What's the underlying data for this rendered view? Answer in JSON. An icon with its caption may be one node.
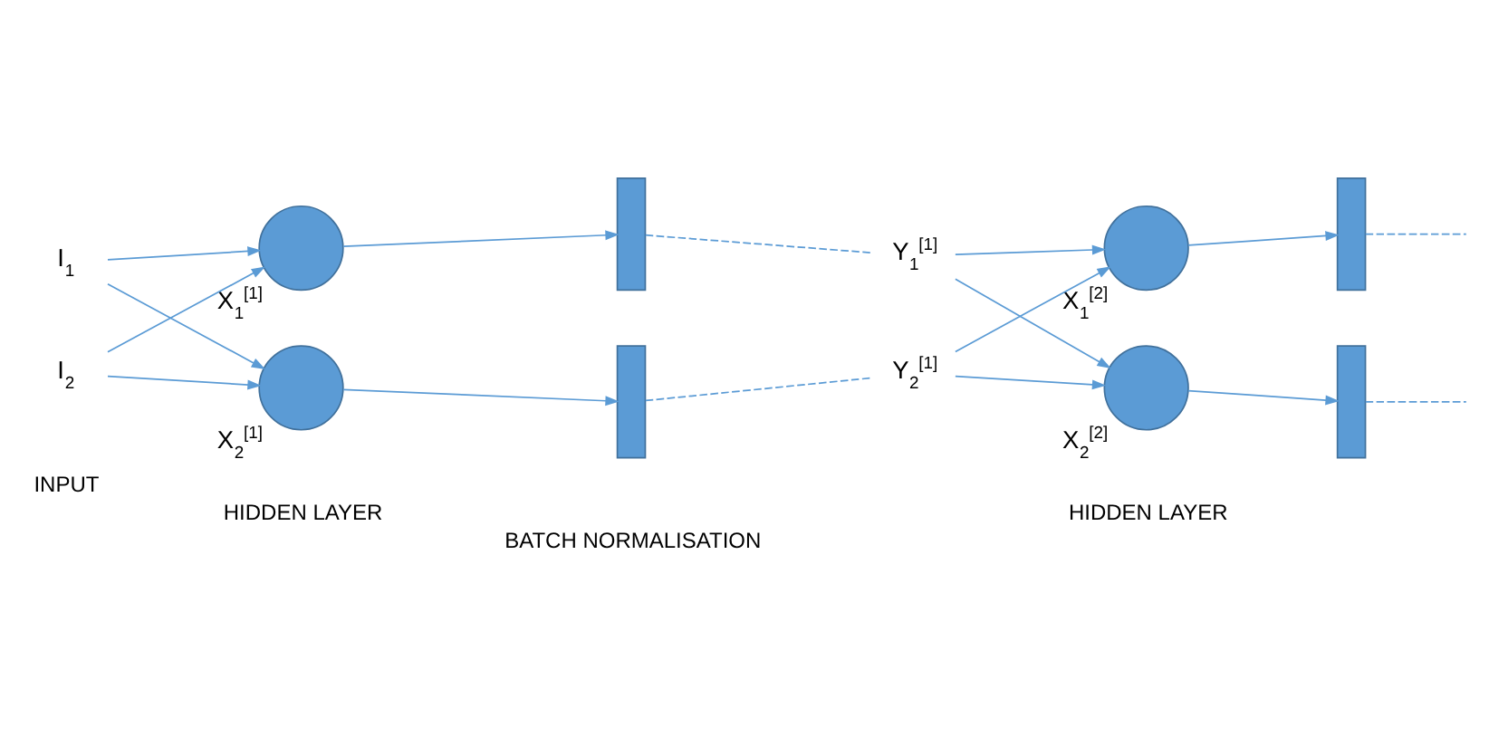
{
  "diagram": {
    "nodes": [
      {
        "text": [
          "I$_{1}$"
        ]
      },
      {
        "text": [
          "I$_{2}$"
        ]
      },
      {
        "text": [],
        "shape": "circle",
        "beside": [
          "X$_{1}$$^{[1]}$"
        ]
      },
      {
        "text": [],
        "shape": "circle",
        "beside": [
          "X$_{2}$$^{[1]}$"
        ]
      },
      {
        "text": [],
        "shape": "bar"
      },
      {
        "text": [],
        "shape": "bar"
      },
      {
        "text": [
          "Y$_{1}$$^{[1]}$"
        ]
      },
      {
        "text": [
          "Y$_{2}$$^{[1]}$"
        ]
      },
      {
        "text": [],
        "shape": "circle",
        "beside": [
          "X$_{1}$$^{[2]}$"
        ]
      },
      {
        "text": [],
        "shape": "circle",
        "beside": [
          "X$_{2}$$^{[2]}$"
        ]
      },
      {
        "text": [],
        "shape": "bar"
      },
      {
        "text": [],
        "shape": "bar"
      }
    ],
    "edges": [
      {
        "from": 0,
        "to": 2,
        "arrow": "to"
      },
      {
        "from": 0,
        "to": 3,
        "arrow": "to"
      },
      {
        "from": 1,
        "to": 2,
        "arrow": "to"
      },
      {
        "from": 1,
        "to": 3,
        "arrow": "to"
      },
      {
        "from": 2,
        "to": 4,
        "arrow": "to"
      },
      {
        "from": 3,
        "to": 5,
        "arrow": "to"
      },
      {
        "from": 4,
        "to": 6,
        "arrow": "none",
        "style": "dashed"
      },
      {
        "from": 5,
        "to": 7,
        "arrow": "none",
        "style": "dashed"
      },
      {
        "from": 6,
        "to": 8,
        "arrow": "to"
      },
      {
        "from": 6,
        "to": 9,
        "arrow": "to"
      },
      {
        "from": 7,
        "to": 8,
        "arrow": "to"
      },
      {
        "from": 7,
        "to": 9,
        "arrow": "to"
      },
      {
        "from": 8,
        "to": 10,
        "arrow": "to"
      },
      {
        "from": 9,
        "to": 11,
        "arrow": "to"
      },
      {
        "from": 10,
        "to": null,
        "arrow": "none",
        "style": "dashed"
      },
      {
        "from": 11,
        "to": null,
        "arrow": "none",
        "style": "dashed"
      }
    ],
    "labels": [
      "INPUT",
      "HIDDEN LAYER",
      "BATCH NORMALISATION",
      "HIDDEN LAYER"
    ]
  }
}
